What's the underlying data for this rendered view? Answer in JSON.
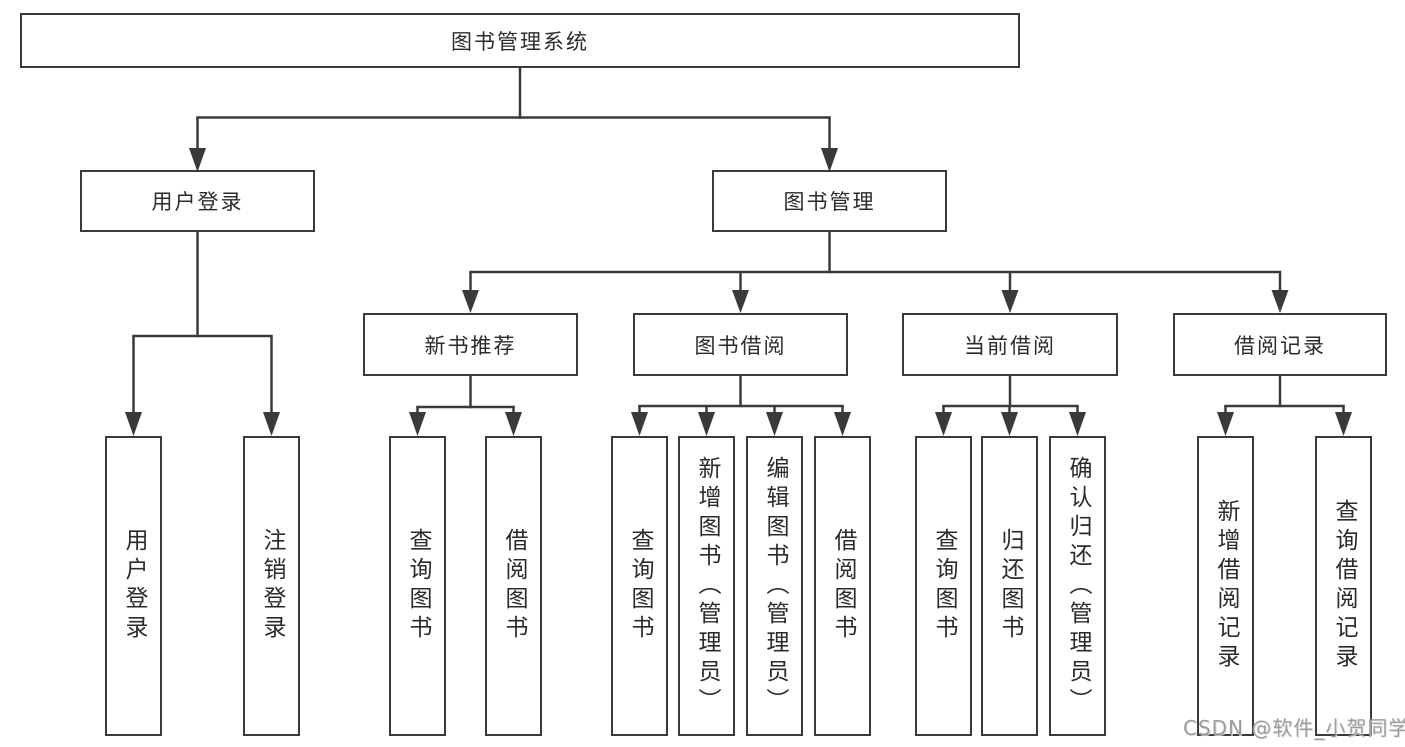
{
  "diagram": {
    "root": {
      "label": "图书管理系统"
    },
    "level1": [
      {
        "label": "用户登录"
      },
      {
        "label": "图书管理"
      }
    ],
    "level2": [
      {
        "label": "新书推荐"
      },
      {
        "label": "图书借阅"
      },
      {
        "label": "当前借阅"
      },
      {
        "label": "借阅记录"
      }
    ],
    "leaves": {
      "user_login": [
        "用户登录",
        "注销登录"
      ],
      "new_books": [
        "查询图书",
        "借阅图书"
      ],
      "borrow": [
        "查询图书",
        "新增图书（管理员）",
        "编辑图书（管理员）",
        "借阅图书"
      ],
      "current": [
        "查询图书",
        "归还图书",
        "确认归还（管理员）"
      ],
      "records": [
        "新增借阅记录",
        "查询借阅记录"
      ]
    }
  },
  "watermark": {
    "text": "CSDN @软件_小贺同学"
  },
  "colors": {
    "line": "#3a3a3a",
    "border": "#3a3a3a",
    "text": "#2b2b2b",
    "watermark": "#949494",
    "background": "#ffffff"
  }
}
